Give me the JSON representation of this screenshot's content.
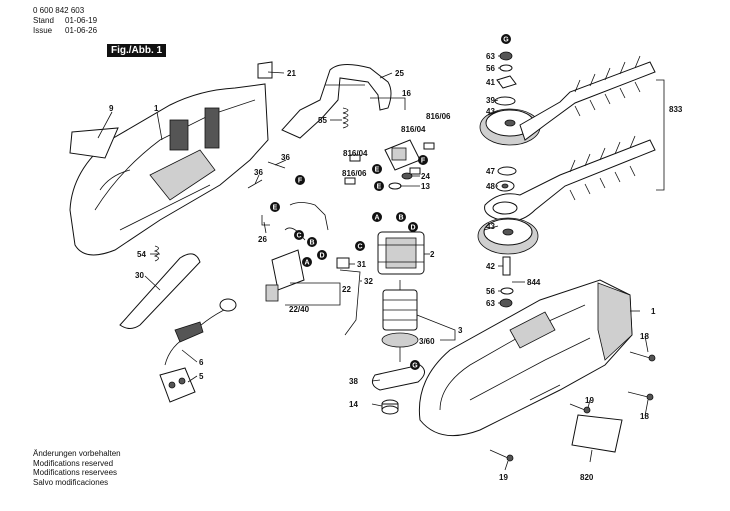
{
  "header": {
    "part_number": "0 600 842 603",
    "stand_label": "Stand",
    "stand_date": "01-06-19",
    "issue_label": "Issue",
    "issue_date": "01-06-26",
    "figure_label": "Fig./Abb. 1"
  },
  "footer_lines": [
    "Änderungen vorbehalten",
    "Modifications reserved",
    "Modifications reservees",
    "Salvo modificaciones"
  ],
  "part_labels": {
    "p1_top": "1",
    "p9": "9",
    "p21": "21",
    "p25": "25",
    "p16": "16",
    "p55": "55",
    "p816_06_a": "816/06",
    "p816_04_a": "816/04",
    "p816_04_b": "816/04",
    "p816_06_b": "816/06",
    "p36_a": "36",
    "p36_b": "36",
    "p24": "24",
    "p13": "13",
    "p26": "26",
    "p54": "54",
    "p30": "30",
    "p2": "2",
    "p31": "31",
    "p32": "32",
    "p22": "22",
    "p22_40": "22/40",
    "p6": "6",
    "p5": "5",
    "p3": "3",
    "p3_60": "3/60",
    "p38": "38",
    "p14": "14",
    "p63_top": "63",
    "p56_top": "56",
    "p41": "41",
    "p39": "39",
    "p43_top": "43",
    "p833": "833",
    "p47": "47",
    "p48": "48",
    "p43_mid": "43",
    "p42": "42",
    "p844": "844",
    "p56_bot": "56",
    "p63_bot": "63",
    "p1_right": "1",
    "p18_a": "18",
    "p18_b": "18",
    "p19_a": "19",
    "p19_b": "19",
    "p820": "820"
  },
  "connector_letters": {
    "a": "A",
    "b": "B",
    "c": "C",
    "d": "D",
    "e": "E",
    "f": "F",
    "g": "G"
  }
}
